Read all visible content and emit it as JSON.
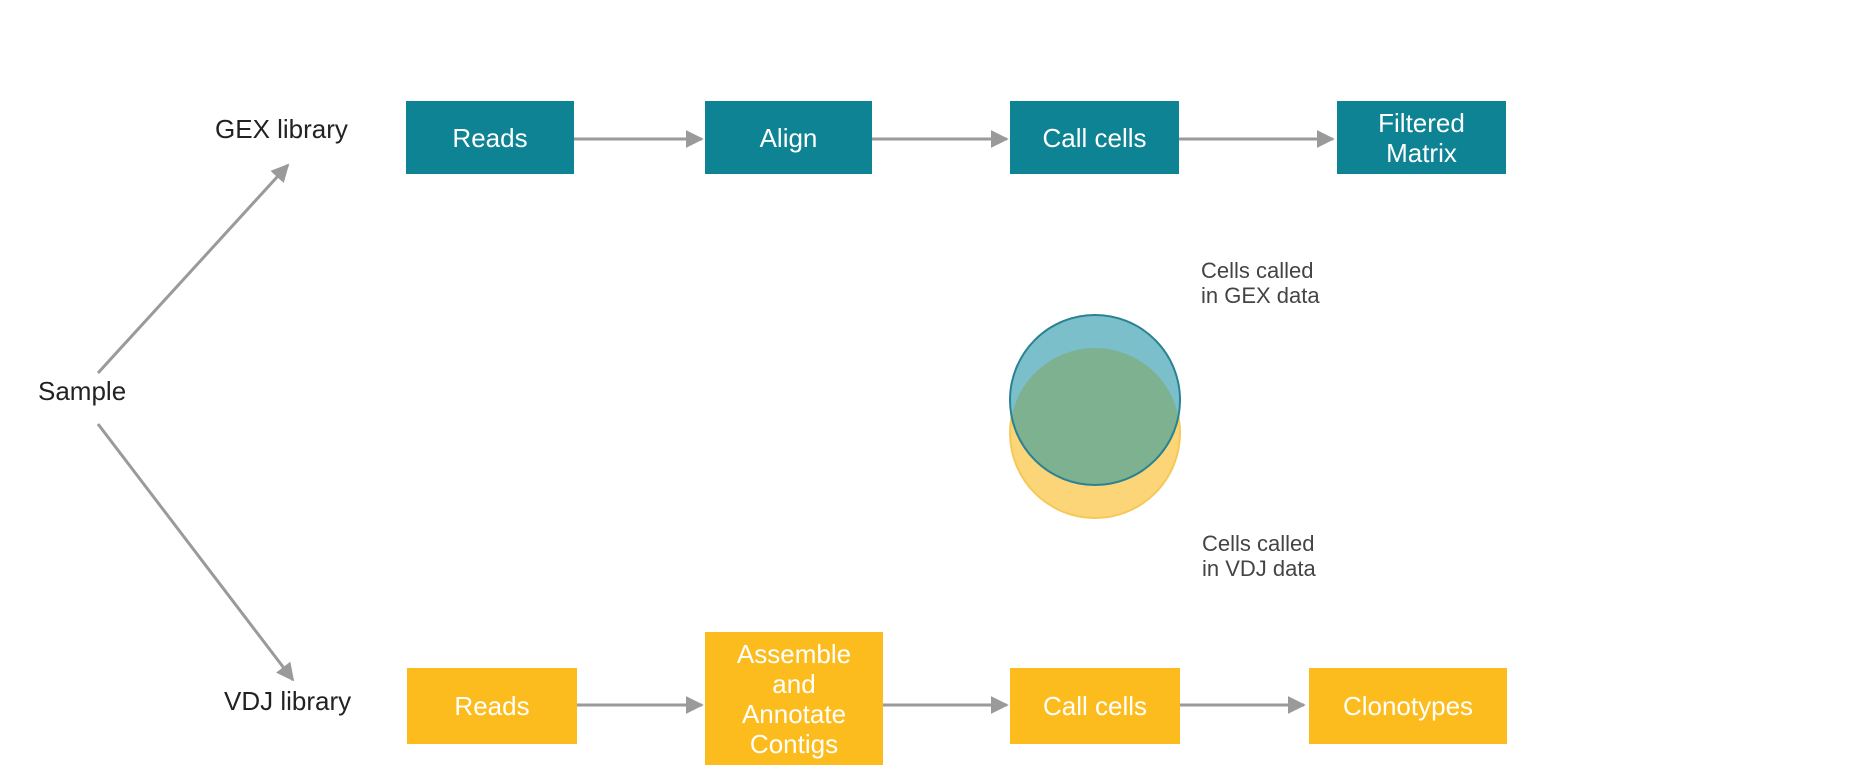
{
  "colors": {
    "gex": "#0e8394",
    "vdj": "#fdbc1d",
    "arrow": "#9a9a9a",
    "venn_gex_fill": "#7bbfcb",
    "venn_gex_stroke": "#2a8292",
    "venn_vdj_fill": "#fcd579",
    "venn_vdj_stroke": "#f5c957",
    "venn_overlap": "#7db190"
  },
  "sample": {
    "label": "Sample"
  },
  "gex": {
    "library_label": "GEX library",
    "steps": [
      "Reads",
      "Align",
      "Call cells",
      "Filtered\nMatrix"
    ]
  },
  "vdj": {
    "library_label": "VDJ library",
    "steps": [
      "Reads",
      "Assemble\nand\nAnnotate\nContigs",
      "Call cells",
      "Clonotypes"
    ]
  },
  "venn": {
    "gex_label": "Cells called\nin GEX data",
    "vdj_label": "Cells called\nin VDJ data"
  }
}
